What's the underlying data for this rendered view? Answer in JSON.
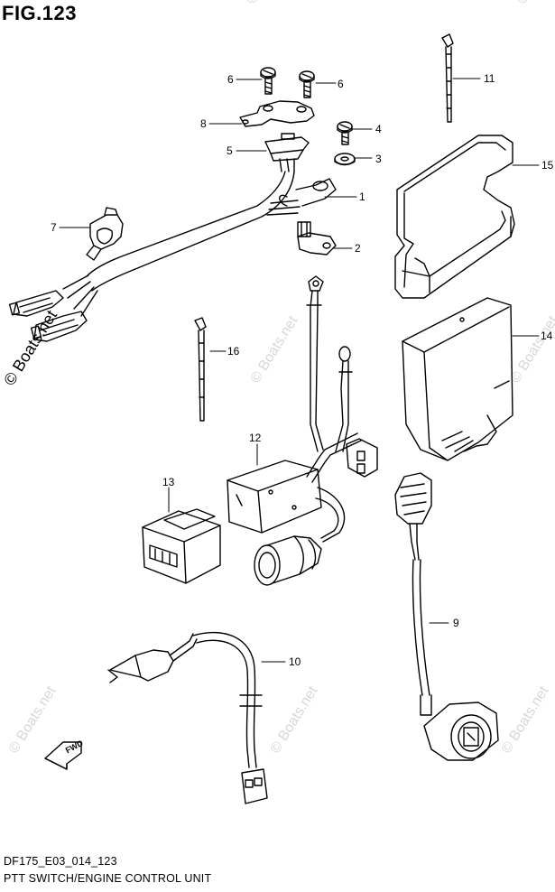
{
  "figure": {
    "title": "FIG.123"
  },
  "parts": [
    {
      "label": "1"
    },
    {
      "label": "2"
    },
    {
      "label": "3"
    },
    {
      "label": "4"
    },
    {
      "label": "5"
    },
    {
      "label": "6"
    },
    {
      "label": "6"
    },
    {
      "label": "7"
    },
    {
      "label": "8"
    },
    {
      "label": "9"
    },
    {
      "label": "10"
    },
    {
      "label": "11"
    },
    {
      "label": "12"
    },
    {
      "label": "13"
    },
    {
      "label": "14"
    },
    {
      "label": "15"
    },
    {
      "label": "16"
    }
  ],
  "fwd_arrow": {
    "label": "FWD"
  },
  "footer": {
    "code": "DF175_E03_014_123",
    "caption": "PTT SWITCH/ENGINE CONTROL UNIT"
  },
  "watermark": {
    "text": "© Boats.net"
  }
}
